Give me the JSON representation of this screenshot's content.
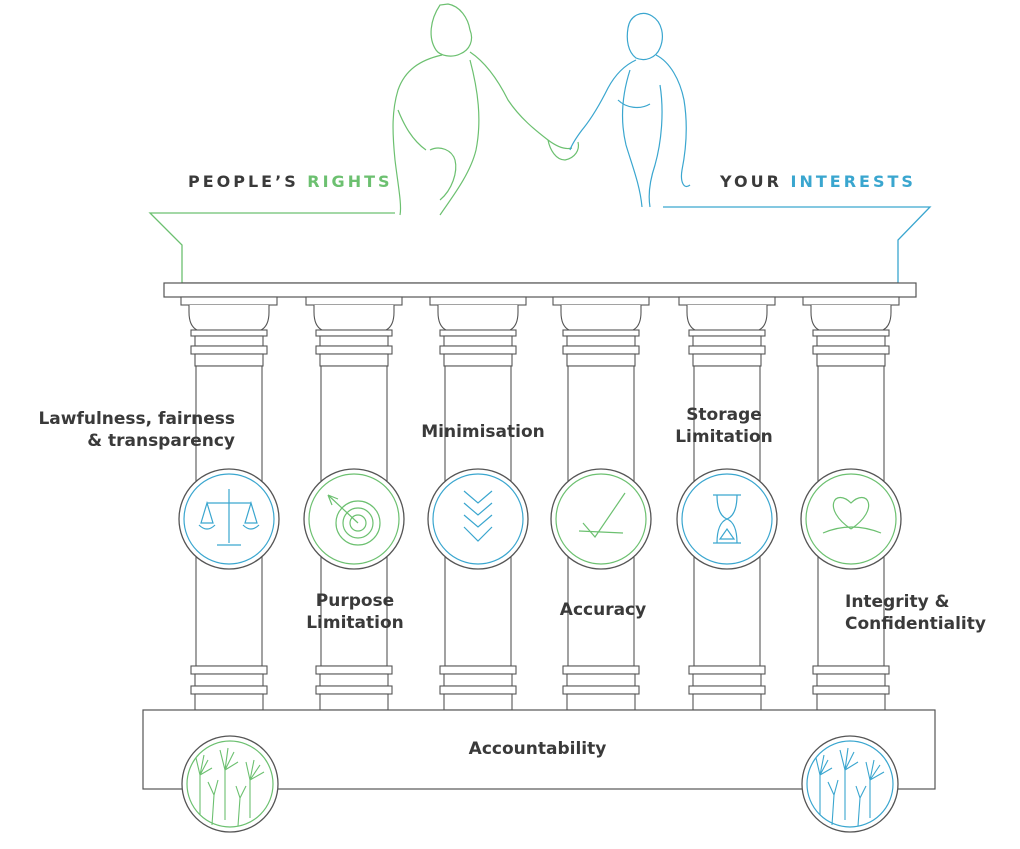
{
  "header": {
    "left_part1": "PEOPLE’S ",
    "left_part2": "RIGHTS",
    "right_part1": "YOUR ",
    "right_part2": "INTERESTS"
  },
  "colors": {
    "green": "#6cc070",
    "blue": "#3aa6cf",
    "line": "#555555",
    "text": "#3a3a3a"
  },
  "pillars": [
    {
      "label_line1": "Lawfulness, fairness",
      "label_line2": "& transparency",
      "icon": "scales-icon",
      "ring": "blue"
    },
    {
      "label_line1": "Purpose",
      "label_line2": "Limitation",
      "icon": "target-icon",
      "ring": "green"
    },
    {
      "label_line1": "Minimisation",
      "label_line2": "",
      "icon": "chevrons-down-icon",
      "ring": "blue"
    },
    {
      "label_line1": "Accuracy",
      "label_line2": "",
      "icon": "checkmark-icon",
      "ring": "green"
    },
    {
      "label_line1": "Storage",
      "label_line2": "Limitation",
      "icon": "hourglass-icon",
      "ring": "blue"
    },
    {
      "label_line1": "Integrity &",
      "label_line2": "Confidentiality",
      "icon": "heart-icon",
      "ring": "green"
    }
  ],
  "base": {
    "label": "Accountability",
    "left_icon": "raised-hands-icon",
    "right_icon": "raised-hands-icon"
  }
}
